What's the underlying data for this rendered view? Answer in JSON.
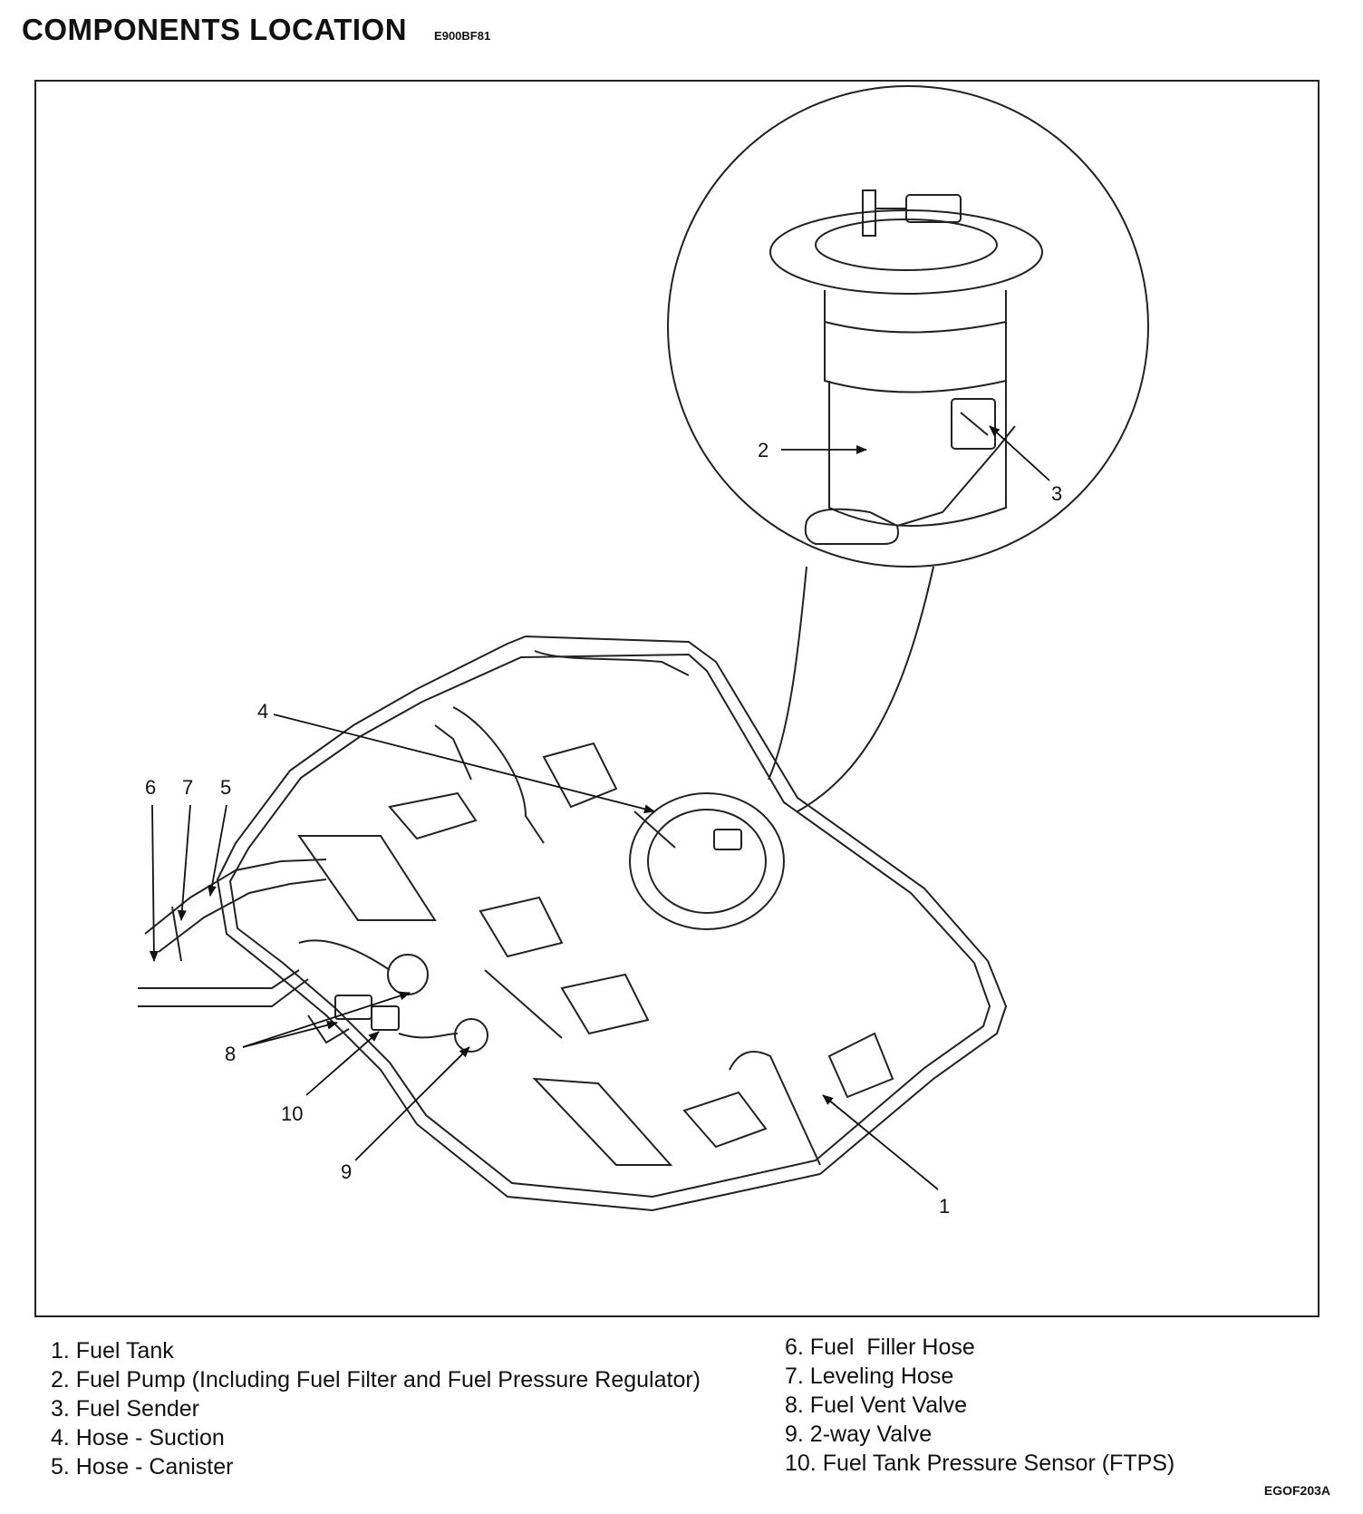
{
  "header": {
    "title": "COMPONENTS LOCATION",
    "code": "E900BF81"
  },
  "figure_code": "EGOF203A",
  "callouts": [
    {
      "id": "c1",
      "label": "1"
    },
    {
      "id": "c2",
      "label": "2"
    },
    {
      "id": "c3",
      "label": "3"
    },
    {
      "id": "c4",
      "label": "4"
    },
    {
      "id": "c5",
      "label": "5"
    },
    {
      "id": "c6",
      "label": "6"
    },
    {
      "id": "c7",
      "label": "7"
    },
    {
      "id": "c8",
      "label": "8"
    },
    {
      "id": "c9",
      "label": "9"
    },
    {
      "id": "c10",
      "label": "10"
    }
  ],
  "legend_left": [
    "1. Fuel Tank",
    "2. Fuel Pump (Including Fuel Filter and Fuel Pressure Regulator)",
    "3. Fuel Sender",
    "4. Hose - Suction",
    "5. Hose - Canister"
  ],
  "legend_right": [
    "6. Fuel  Filler Hose",
    "7. Leveling Hose",
    "8. Fuel Vent Valve",
    "9. 2-way Valve",
    "10. Fuel Tank Pressure Sensor (FTPS)"
  ]
}
